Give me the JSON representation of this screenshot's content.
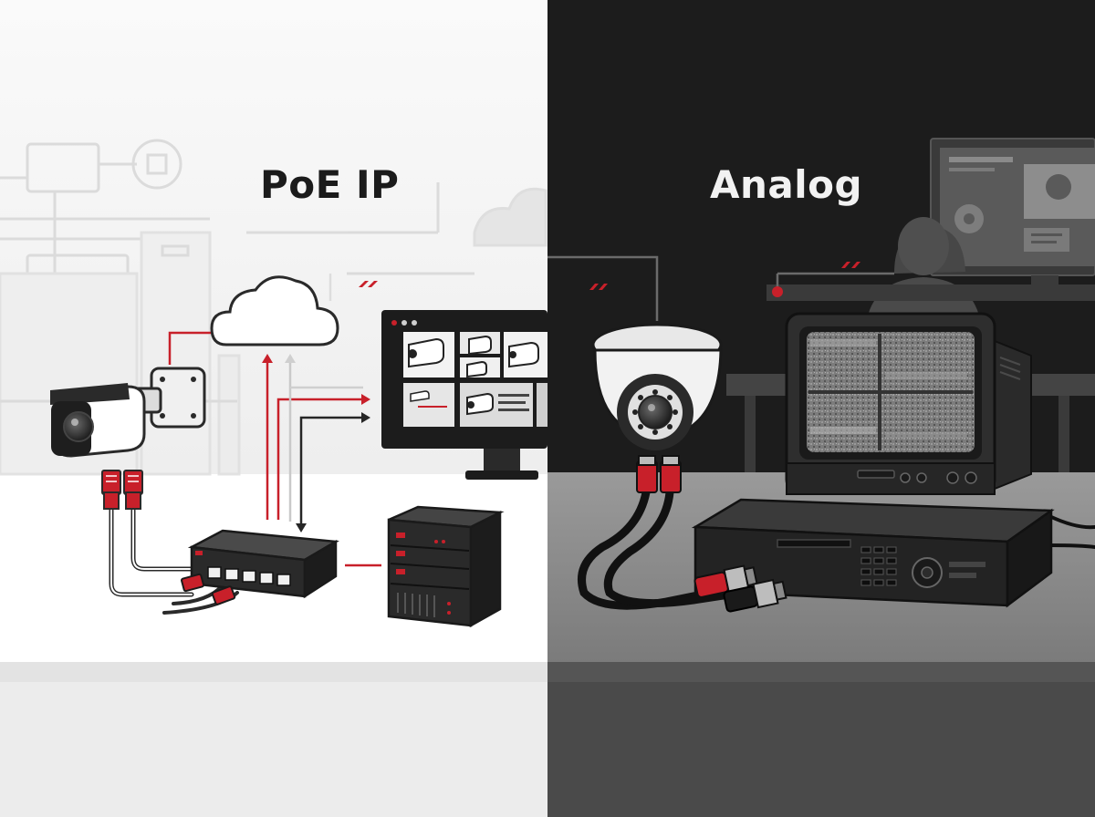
{
  "left_panel": {
    "title": "PoE IP",
    "title_color": "#1b1b1b",
    "background": "#f4f4f4",
    "floor": "#ffffff",
    "components": [
      "bullet-camera",
      "cloud",
      "monitor",
      "poe-switch",
      "nvr-server",
      "ethernet-cables"
    ]
  },
  "right_panel": {
    "title": "Analog",
    "title_color": "#f2f2f2",
    "background": "#1c1c1c",
    "floor": "#8a8a8a",
    "components": [
      "dome-camera",
      "crt-monitor",
      "dvr-recorder",
      "coax-cables",
      "operator-silhouette"
    ]
  },
  "colors": {
    "accent_red": "#c8202a",
    "line_dark": "#262626",
    "line_light": "#bdbdbd"
  }
}
